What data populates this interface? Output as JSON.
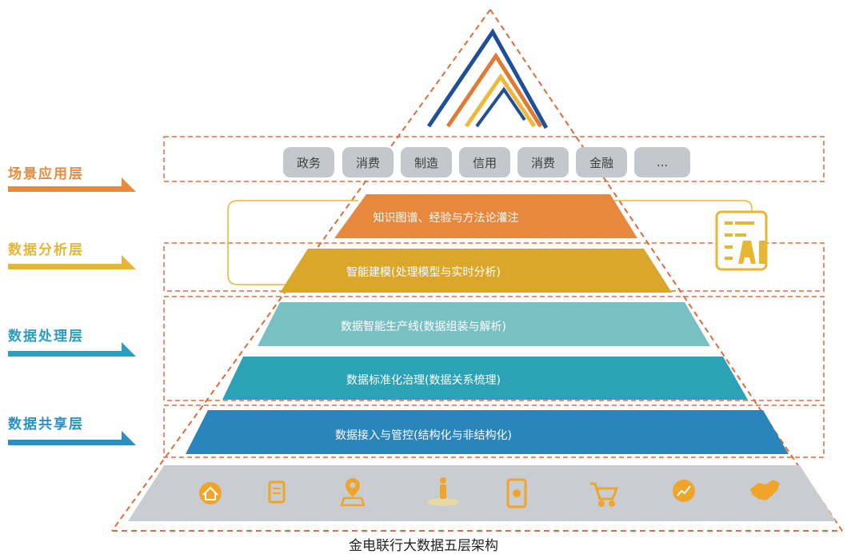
{
  "layers": [
    {
      "label": "场景应用层",
      "color": "#e88a3c"
    },
    {
      "label": "数据分析层",
      "color": "#e8b635"
    },
    {
      "label": "数据处理层",
      "color": "#2a9dc1"
    },
    {
      "label": "数据共享层",
      "color": "#2a8fc1"
    }
  ],
  "scenario_tags": [
    "政务",
    "消费",
    "制造",
    "信用",
    "消费",
    "金融",
    "..."
  ],
  "tiers": [
    {
      "text": "知识图谱、经验与方法论灌注",
      "color": "#e6883d"
    },
    {
      "text": "智能建模(处理模型与实时分析)",
      "color": "#dba72a"
    },
    {
      "text": "数据智能生产线(数据组装与解析)",
      "color": "#79c0c3"
    },
    {
      "text": "数据标准化治理(数据关系梳理)",
      "color": "#2ba2b5"
    },
    {
      "text": "数据接入与管控(结构化与非结构化)",
      "color": "#2a85bd"
    }
  ],
  "base_icons": [
    "home-icon",
    "document-icon",
    "location-map-icon",
    "person-icon",
    "mobile-phone-icon",
    "shopping-cart-icon",
    "chart-coin-icon",
    "china-map-icon"
  ],
  "colors": {
    "dash_line": "#e06a3a",
    "base_platform": "#c9ccd0",
    "icon": "#f0a52a",
    "peak_blue": "#1f4f99",
    "peak_orange": "#e07b35",
    "peak_yellow": "#efb83a",
    "ai_badge": "#e8b635"
  },
  "caption": "金电联行大数据五层架构"
}
